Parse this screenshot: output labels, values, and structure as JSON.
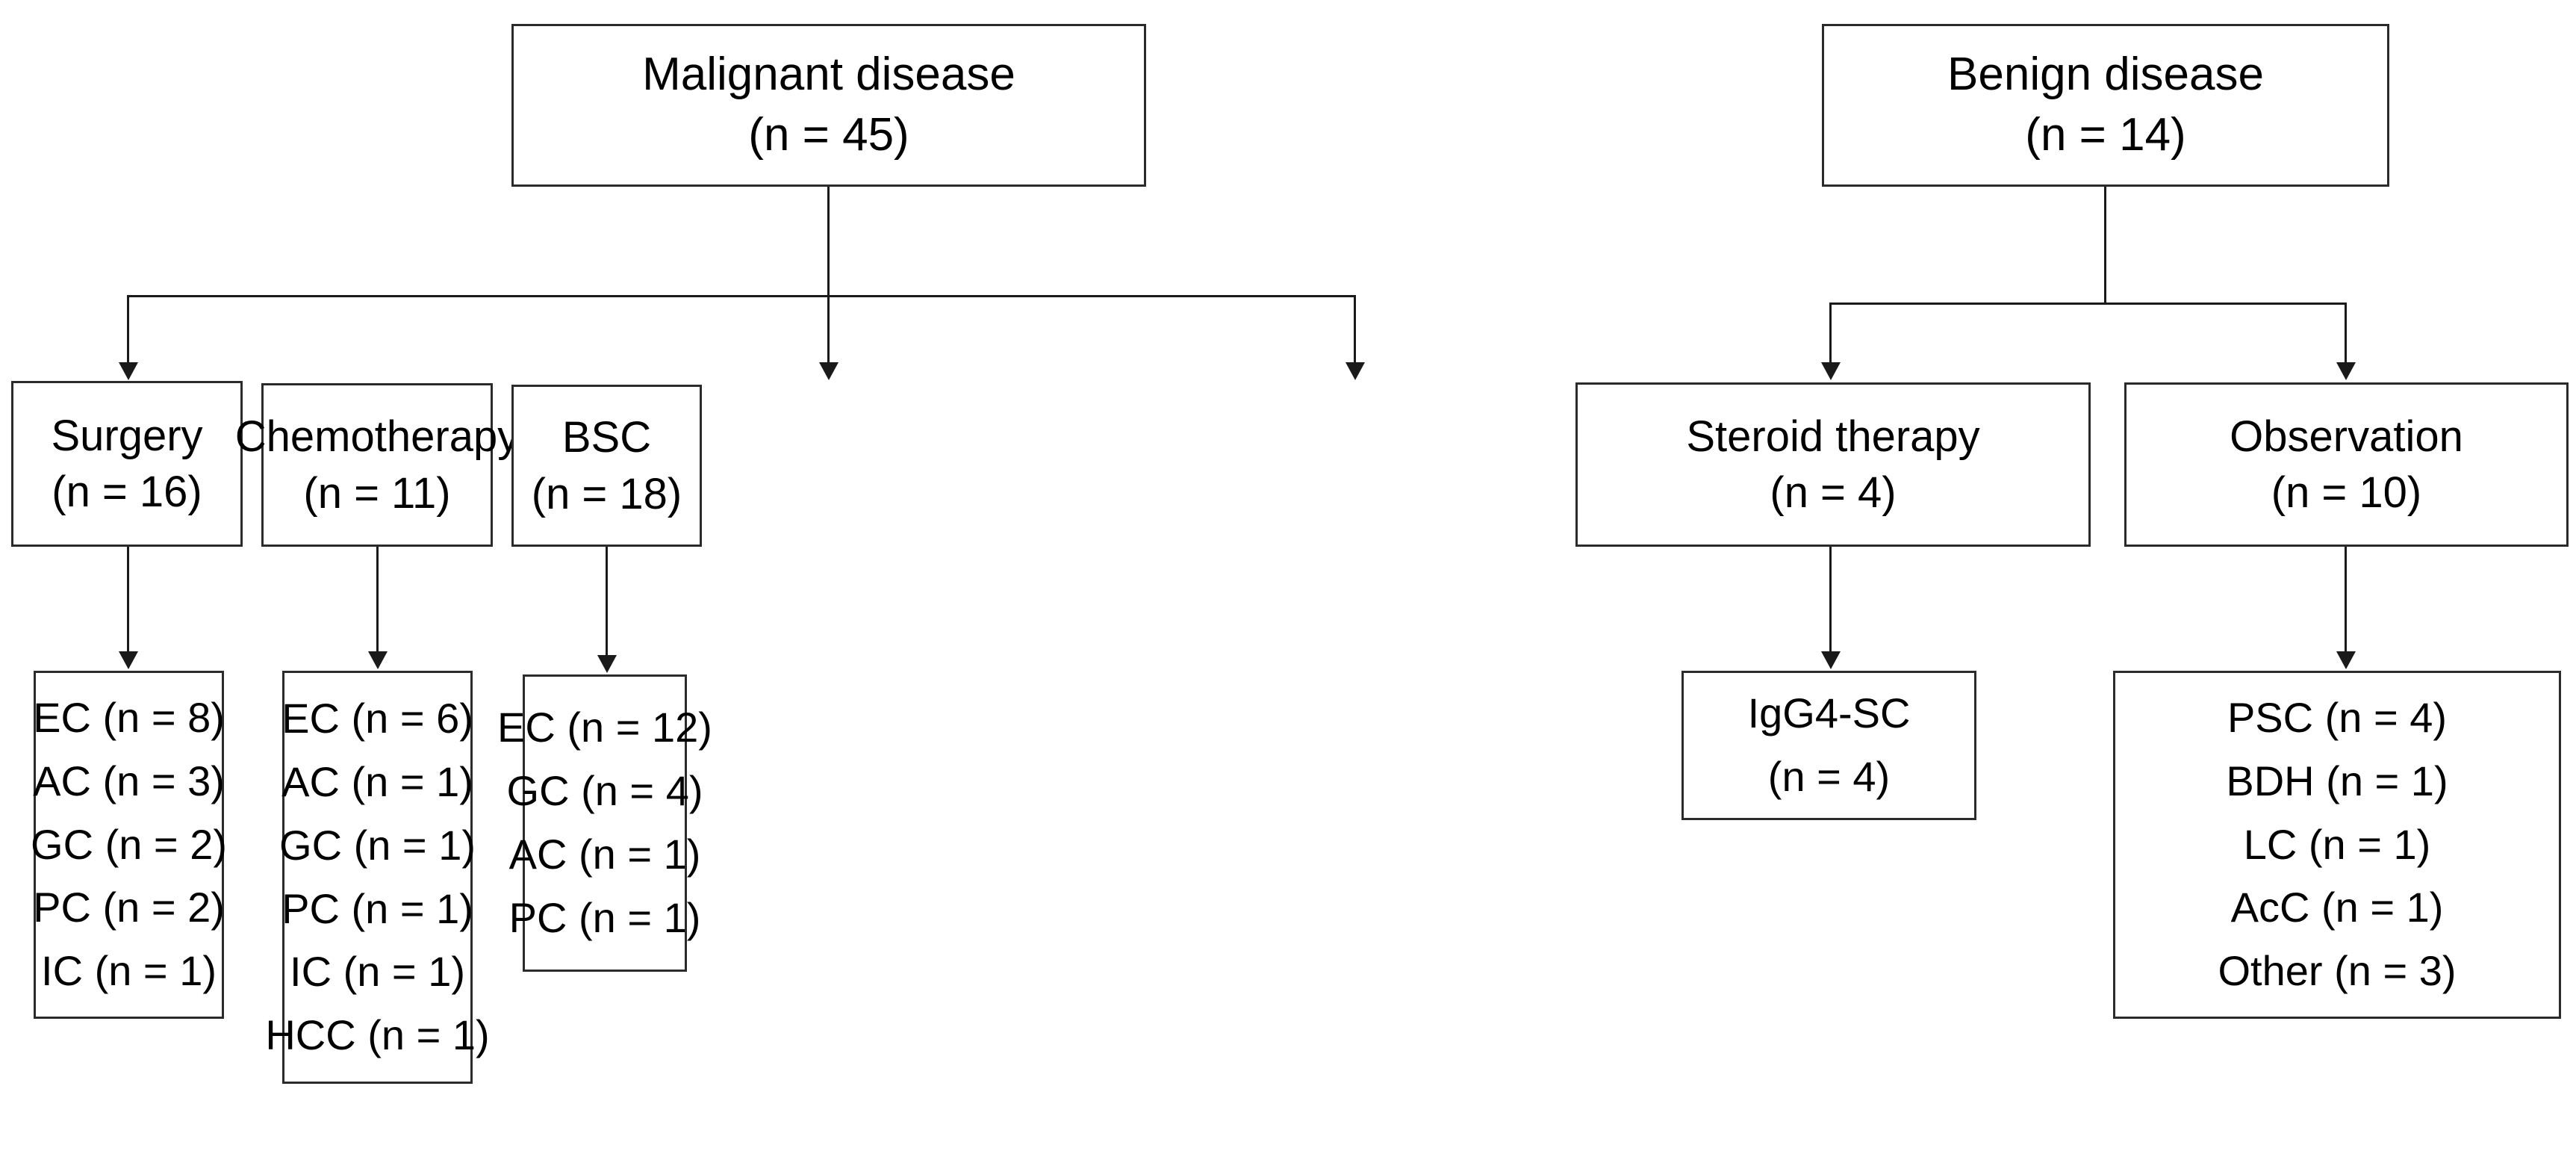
{
  "diagram": {
    "type": "flowchart",
    "title": "Patient disease and treatment allocation flow",
    "branches": [
      {
        "id": "malignant",
        "root": {
          "title": "Malignant disease",
          "count": "(n = 45)"
        },
        "treatments": [
          {
            "id": "surgery",
            "title": "Surgery",
            "count": "(n = 16)",
            "details": [
              "EC (n = 8)",
              "AC (n = 3)",
              "GC (n = 2)",
              "PC (n = 2)",
              "IC (n = 1)"
            ]
          },
          {
            "id": "chemotherapy",
            "title": "Chemotherapy",
            "count": "(n = 11)",
            "details": [
              "EC (n = 6)",
              "AC (n = 1)",
              "GC (n = 1)",
              "PC (n = 1)",
              "IC (n = 1)",
              "HCC (n = 1)"
            ]
          },
          {
            "id": "bsc",
            "title": "BSC",
            "count": "(n = 18)",
            "details": [
              "EC (n = 12)",
              "GC (n = 4)",
              "AC (n = 1)",
              "PC (n = 1)"
            ]
          }
        ]
      },
      {
        "id": "benign",
        "root": {
          "title": "Benign disease",
          "count": "(n = 14)"
        },
        "treatments": [
          {
            "id": "steroid-therapy",
            "title": "Steroid therapy",
            "count": "(n = 4)",
            "details": [
              "IgG4-SC",
              "(n = 4)"
            ]
          },
          {
            "id": "observation",
            "title": "Observation",
            "count": "(n = 10)",
            "details": [
              "PSC (n = 4)",
              "BDH (n = 1)",
              "LC (n = 1)",
              "AcC (n = 1)",
              "Other (n = 3)"
            ]
          }
        ]
      }
    ],
    "colors": {
      "box_border": "#2b2b2b",
      "connector": "#1a1a1a",
      "background": "#ffffff",
      "text": "#000000"
    }
  }
}
